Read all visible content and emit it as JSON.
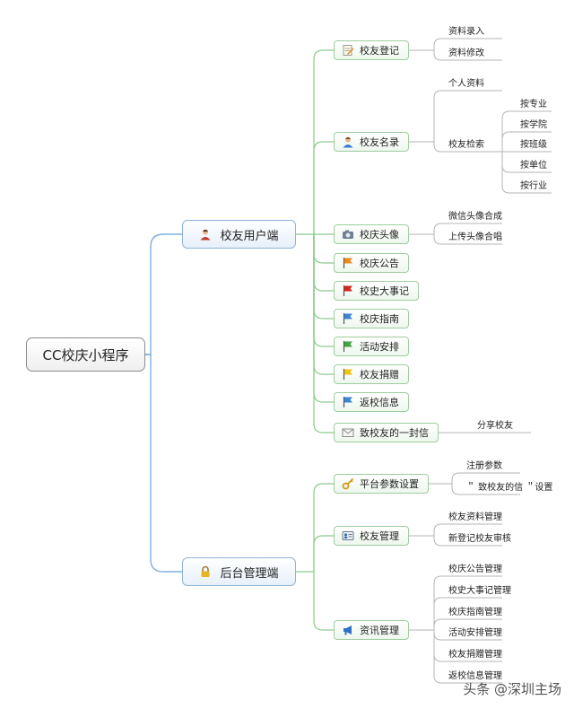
{
  "root": {
    "label": "CC校庆小程序"
  },
  "branches": [
    {
      "label": "校友用户端",
      "icon": "user-icon"
    },
    {
      "label": "后台管理端",
      "icon": "lock-icon"
    }
  ],
  "user_topics": [
    {
      "label": "校友登记",
      "icon": "note-icon"
    },
    {
      "label": "校友名录",
      "icon": "person-icon"
    },
    {
      "label": "校庆头像",
      "icon": "camera-icon"
    },
    {
      "label": "校庆公告",
      "icon": "flag-orange-icon"
    },
    {
      "label": "校史大事记",
      "icon": "flag-red-icon"
    },
    {
      "label": "校庆指南",
      "icon": "flag-blue-icon"
    },
    {
      "label": "活动安排",
      "icon": "flag-green-icon"
    },
    {
      "label": "校友捐赠",
      "icon": "flag-yellow-icon"
    },
    {
      "label": "返校信息",
      "icon": "flag-blue-icon"
    },
    {
      "label": "致校友的一封信",
      "icon": "envelope-icon"
    }
  ],
  "admin_topics": [
    {
      "label": "平台参数设置",
      "icon": "key-icon"
    },
    {
      "label": "校友管理",
      "icon": "id-card-icon"
    },
    {
      "label": "资讯管理",
      "icon": "megaphone-icon"
    }
  ],
  "leaves": {
    "register": [
      "资料录入",
      "资料修改"
    ],
    "directory": [
      "个人资料",
      "校友检索"
    ],
    "search": [
      "按专业",
      "按学院",
      "按班级",
      "按单位",
      "按行业"
    ],
    "avatar": [
      "微信头像合成",
      "上传头像合唱"
    ],
    "letter": [
      "分享校友"
    ],
    "params": [
      "注册参数",
      "＂ 致校友的信 ＂设置"
    ],
    "alumni_admin": [
      "校友资料管理",
      "新登记校友审核"
    ],
    "news_admin": [
      "校庆公告管理",
      "校史大事记管理",
      "校庆指南管理",
      "活动安排管理",
      "校友捐赠管理",
      "返校信息管理"
    ]
  },
  "watermark": "头条 @深圳主场",
  "colors": {
    "blue_line": "#7fb0de",
    "green_line": "#8ccc8c",
    "leaf_line": "#b5b5b5",
    "flag_orange": "#f08a1e",
    "flag_red": "#d8231f",
    "flag_blue": "#3a86d6",
    "flag_green": "#3fa53f",
    "flag_yellow": "#f2c315"
  }
}
